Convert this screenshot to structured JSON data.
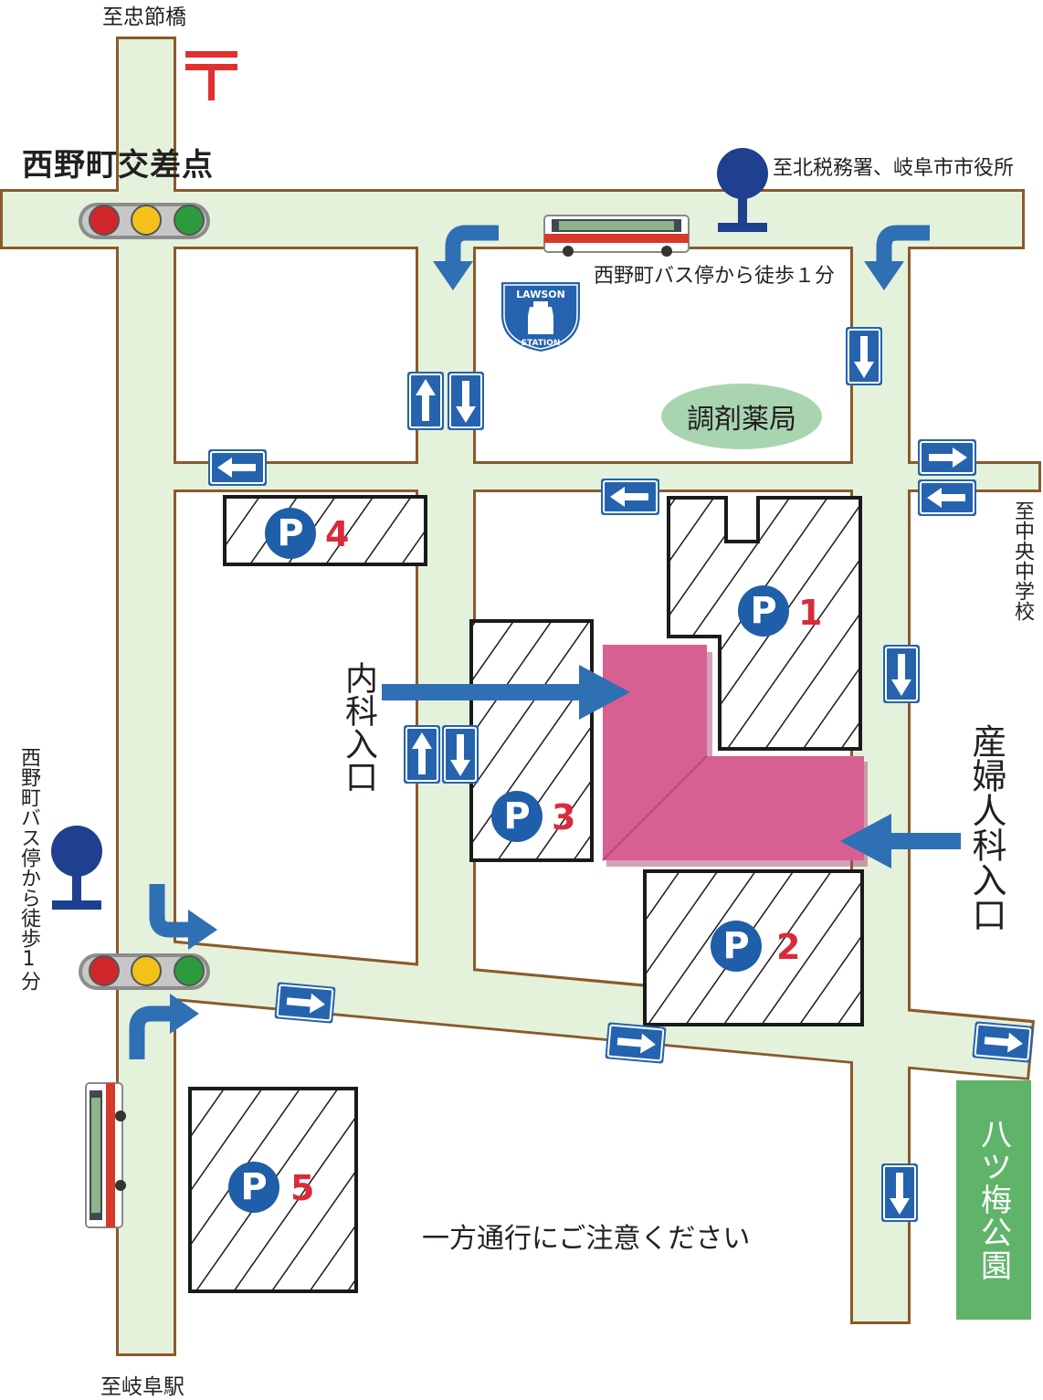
{
  "labels": {
    "north": "至忠節橋",
    "intersection": "西野町交差点",
    "northeast": "至北税務署、岐阜市市役所",
    "bus_stop_north": "西野町バス停から徒歩１分",
    "pharmacy": "調剤薬局",
    "east": "至中央中学校",
    "internal_entrance": "内科入口",
    "obstetrics_entrance": "産婦人科入口",
    "bus_stop_west": "西野町バス停から徒歩1分",
    "one_way_notice": "一方通行にご注意ください",
    "park": "八ツ梅公園",
    "south": "至岐阜駅",
    "lawson_top": "LAWSON",
    "lawson_bottom": "STATION"
  },
  "parking": [
    {
      "letter": "P",
      "number": "1"
    },
    {
      "letter": "P",
      "number": "2"
    },
    {
      "letter": "P",
      "number": "3"
    },
    {
      "letter": "P",
      "number": "4"
    },
    {
      "letter": "P",
      "number": "5"
    }
  ],
  "colors": {
    "road_fill": "#e4f2dc",
    "road_edge": "#8a5a2b",
    "hospital": "#d85f91",
    "arrow_blue": "#2f6fb4",
    "sign_blue": "#2563ae",
    "parking_circle": "#1f5ea8",
    "parking_number": "#d92b3a",
    "pharmacy": "#a8d5b0",
    "park": "#5fb46a",
    "post_mark": "#e0302f"
  },
  "icons": [
    "post-office-mark-icon",
    "traffic-light-icon",
    "bus-stop-icon",
    "bus-icon",
    "lawson-station-icon",
    "one-way-sign-icon",
    "entrance-arrow-icon",
    "turn-arrow-icon"
  ]
}
